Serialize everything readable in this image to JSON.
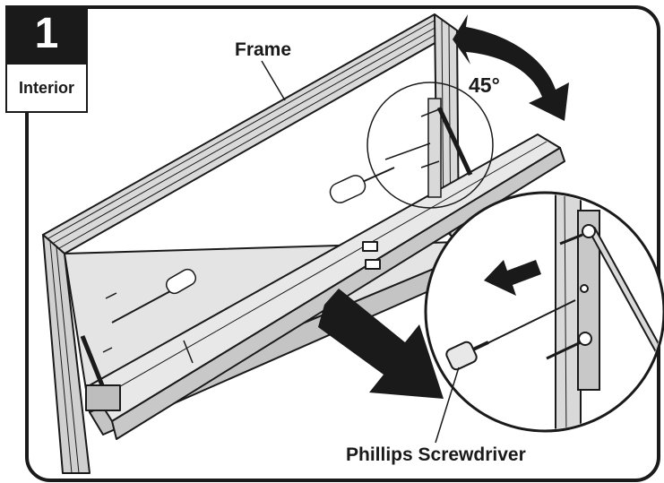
{
  "step": {
    "number": "1",
    "location": "Interior"
  },
  "labels": {
    "frame": "Frame",
    "angle": "45°",
    "screwdriver": "Phillips Screwdriver"
  },
  "colors": {
    "ink": "#1a1a1a",
    "frame_fill": "#d9d9d9",
    "frame_shade": "#b8b8b8",
    "arrow": "#1a1a1a",
    "background": "#ffffff"
  },
  "icons": [
    "curved-double-arrow-icon",
    "large-arrow-icon",
    "left-arrow-icon",
    "screwdriver-icon",
    "screw-icon"
  ]
}
